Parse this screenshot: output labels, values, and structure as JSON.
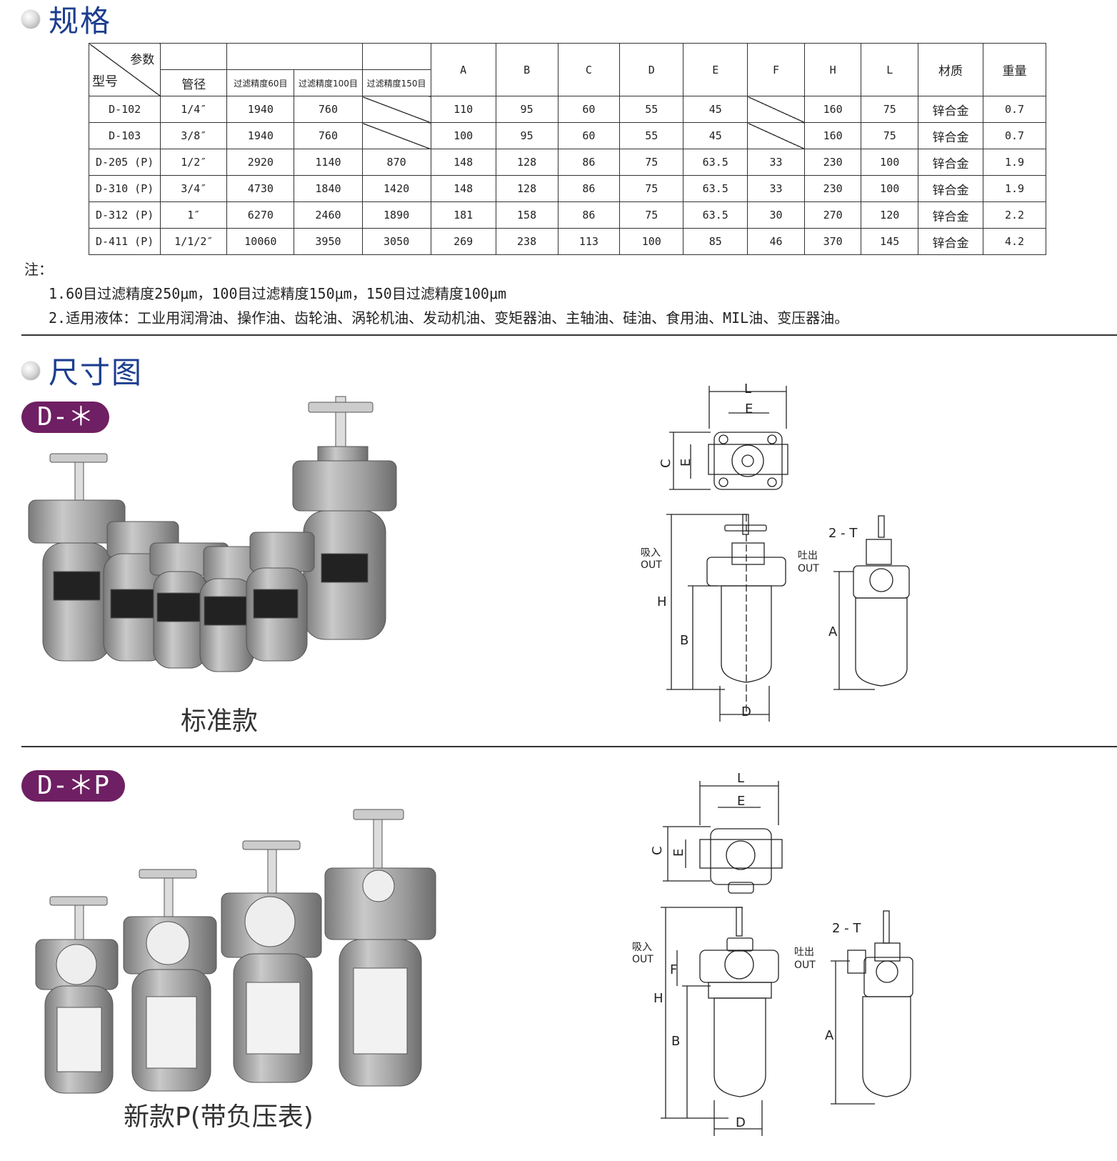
{
  "section1": {
    "title": "规格"
  },
  "table": {
    "corner_param": "参数",
    "corner_model": "型号",
    "headers": [
      "管径",
      "过滤精度60目",
      "过滤精度100目",
      "过滤精度150目",
      "A",
      "B",
      "C",
      "D",
      "E",
      "F",
      "H",
      "L",
      "材质",
      "重量"
    ],
    "rows": [
      {
        "model": "D-102",
        "pipe": "1/4″",
        "f60": "1940",
        "f100": "760",
        "f150": "",
        "A": "110",
        "B": "95",
        "C": "60",
        "D": "55",
        "E": "45",
        "F": "",
        "H": "160",
        "L": "75",
        "material": "锌合金",
        "weight": "0.7"
      },
      {
        "model": "D-103",
        "pipe": "3/8″",
        "f60": "1940",
        "f100": "760",
        "f150": "",
        "A": "100",
        "B": "95",
        "C": "60",
        "D": "55",
        "E": "45",
        "F": "",
        "H": "160",
        "L": "75",
        "material": "锌合金",
        "weight": "0.7"
      },
      {
        "model": "D-205 (P)",
        "pipe": "1/2″",
        "f60": "2920",
        "f100": "1140",
        "f150": "870",
        "A": "148",
        "B": "128",
        "C": "86",
        "D": "75",
        "E": "63.5",
        "F": "33",
        "H": "230",
        "L": "100",
        "material": "锌合金",
        "weight": "1.9"
      },
      {
        "model": "D-310 (P)",
        "pipe": "3/4″",
        "f60": "4730",
        "f100": "1840",
        "f150": "1420",
        "A": "148",
        "B": "128",
        "C": "86",
        "D": "75",
        "E": "63.5",
        "F": "33",
        "H": "230",
        "L": "100",
        "material": "锌合金",
        "weight": "1.9"
      },
      {
        "model": "D-312 (P)",
        "pipe": "1″",
        "f60": "6270",
        "f100": "2460",
        "f150": "1890",
        "A": "181",
        "B": "158",
        "C": "86",
        "D": "75",
        "E": "63.5",
        "F": "30",
        "H": "270",
        "L": "120",
        "material": "锌合金",
        "weight": "2.2"
      },
      {
        "model": "D-411 (P)",
        "pipe": "1/1/2″",
        "f60": "10060",
        "f100": "3950",
        "f150": "3050",
        "A": "269",
        "B": "238",
        "C": "113",
        "D": "100",
        "E": "85",
        "F": "46",
        "H": "370",
        "L": "145",
        "material": "锌合金",
        "weight": "4.2"
      }
    ]
  },
  "notes": {
    "label": "注：",
    "items": [
      "1.60目过滤精度250μm，100目过滤精度150μm，150目过滤精度100μm",
      "2.适用液体：工业用润滑油、操作油、齿轮油、涡轮机油、发动机油、变矩器油、主轴油、硅油、食用油、MIL油、变压器油。"
    ]
  },
  "section2": {
    "title": "尺寸图"
  },
  "variant1": {
    "badge": "D-＊",
    "caption": "标准款"
  },
  "variant2": {
    "badge": "D-＊P",
    "caption": "新款P(带负压表)"
  },
  "drawing": {
    "L": "L",
    "E": "E",
    "C": "C",
    "H": "H",
    "B": "B",
    "A": "A",
    "D": "D",
    "F": "F",
    "two_t": "2 - T",
    "inlet": "吸入",
    "outlet": "吐出",
    "out": "OUT",
    "in": "OUT"
  },
  "colors": {
    "title": "#1d3e8f",
    "badge": "#6f1f63",
    "housing": "#9a9a9a"
  }
}
